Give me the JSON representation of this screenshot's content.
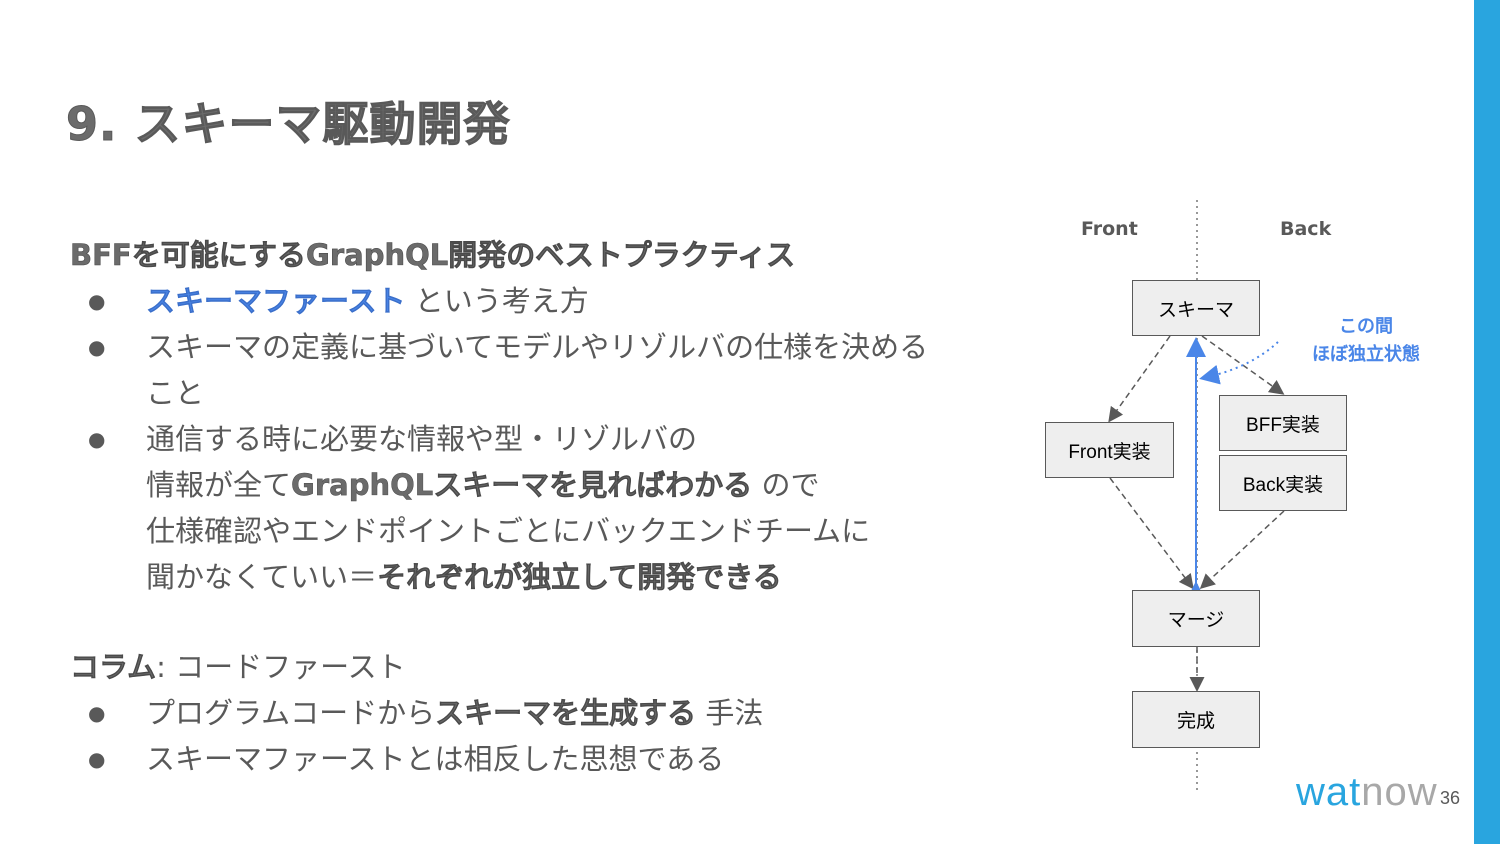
{
  "slide": {
    "title": "9. スキーマ駆動開発",
    "heading": "BFFを可能にするGraphQL開発のベストプラクティス",
    "bullets": [
      {
        "accent": "スキーマファースト",
        "rest": " という考え方"
      },
      {
        "line1": "スキーマの定義に基づいてモデルやリゾルバの仕様を決める",
        "line2": "こと"
      },
      {
        "line1": "通信する時に必要な情報や型・リゾルバの",
        "line2_pre": "情報が全て",
        "line2_bold": "GraphQLスキーマを見ればわかる",
        "line2_post": " ので",
        "line3": "仕様確認やエンドポイントごとにバックエンドチームに",
        "line4_pre": "聞かなくていい＝",
        "line4_bold": "それぞれが独立して開発できる"
      }
    ],
    "column": {
      "label_bold": "コラム",
      "label_rest": ": コードファースト",
      "bullets": [
        {
          "pre": "プログラムコードから",
          "bold": "スキーマを生成する",
          "post": " 手法"
        },
        {
          "text": "スキーマファーストとは相反した思想である"
        }
      ]
    }
  },
  "diagram": {
    "front_label": "Front",
    "back_label": "Back",
    "schema": "スキーマ",
    "front_impl": "Front実装",
    "bff_impl": "BFF実装",
    "back_impl": "Back実装",
    "merge": "マージ",
    "done": "完成",
    "note_line1": "この間",
    "note_line2": "ほぼ独立状態"
  },
  "footer": {
    "logo_a": "wat",
    "logo_b": "now",
    "page_number": "36"
  },
  "colors": {
    "accent": "#4a86e8",
    "brand_bar": "#29a5df",
    "text": "#595959"
  }
}
